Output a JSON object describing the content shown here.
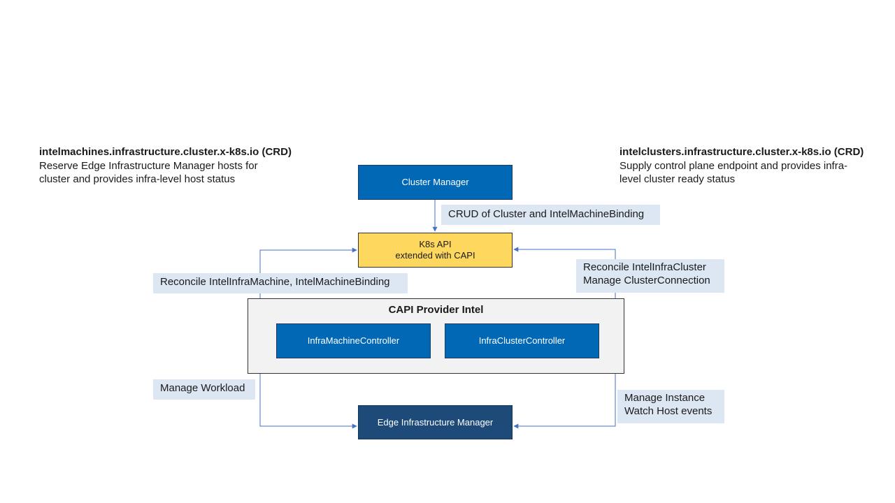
{
  "notes": {
    "left": {
      "title": "intelmachines.infrastructure.cluster.x-k8s.io (CRD)",
      "lines": [
        "Reserve Edge Infrastructure Manager hosts for",
        "cluster and provides infra-level host status"
      ]
    },
    "right": {
      "title": "intelclusters.infrastructure.cluster.x-k8s.io (CRD)",
      "lines": [
        "Supply control plane endpoint and provides infra-",
        "level cluster ready status"
      ]
    }
  },
  "nodes": {
    "cluster_manager": "Cluster Manager",
    "k8s_api": [
      "K8s API",
      "extended with CAPI"
    ],
    "capi_provider": "CAPI Provider Intel",
    "infra_machine_controller": "InfraMachineController",
    "infra_cluster_controller": "InfraClusterController",
    "edge_infra_manager": "Edge Infrastructure Manager"
  },
  "edge_labels": {
    "crud": "CRUD of Cluster and IntelMachineBinding",
    "reconcile_machine": "Reconcile IntelInfraMachine, IntelMachineBinding",
    "reconcile_cluster": [
      "Reconcile IntelInfraCluster",
      "Manage ClusterConnection"
    ],
    "manage_workload": "Manage Workload",
    "manage_instance": [
      "Manage Instance",
      "Watch Host events"
    ]
  },
  "colors": {
    "node_blue": "#0068b5",
    "node_dark": "#1e4a7a",
    "node_yellow": "#fdd75e",
    "label_bg": "#dde7f3",
    "connector": "#4472c4"
  }
}
